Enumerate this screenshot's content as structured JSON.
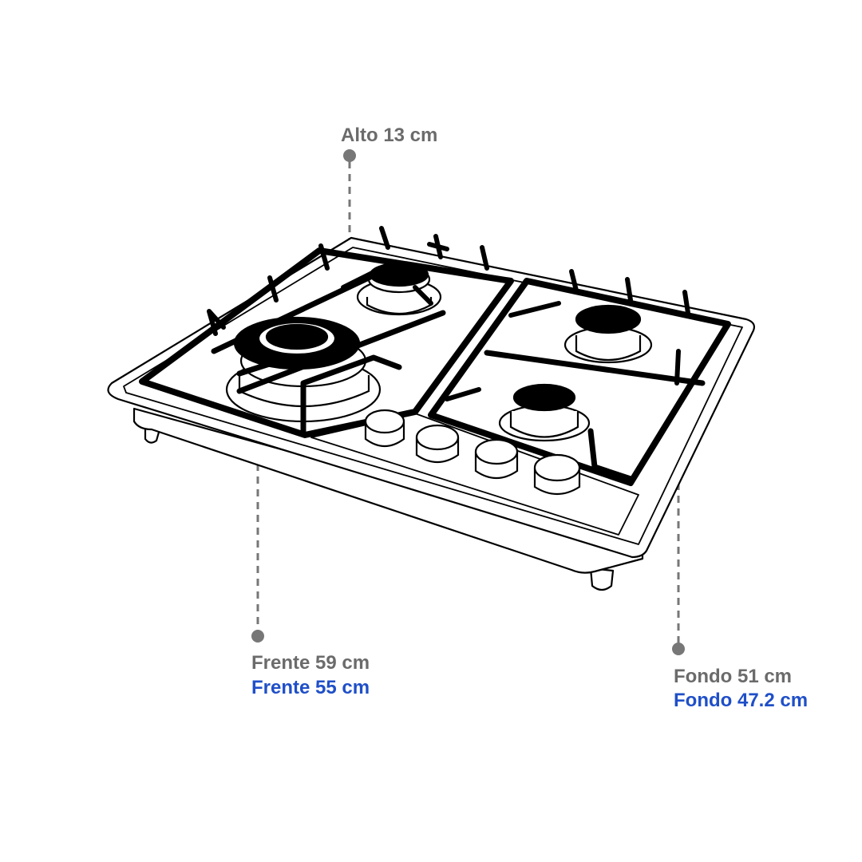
{
  "dimensions": {
    "height": "Alto 13 cm",
    "front_outer": "Frente 59 cm",
    "front_inner": "Frente 55 cm",
    "depth_outer": "Fondo 51 cm",
    "depth_inner": "Fondo 47.2 cm"
  },
  "colors": {
    "label_text": "#6b6b6b",
    "inner_measure_text": "#1f4fc8",
    "outline": "#000000",
    "leader_line": "#777777",
    "background": "#ffffff"
  },
  "illustration": {
    "burners": 4,
    "knobs": 4
  }
}
